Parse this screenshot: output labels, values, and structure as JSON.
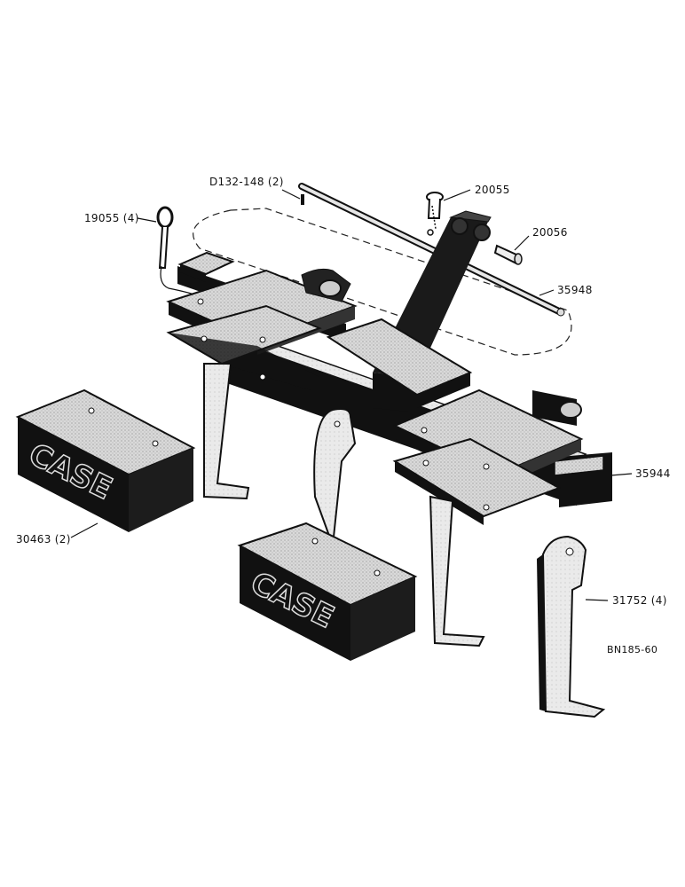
{
  "labels": {
    "d132": "D132-148 (2)",
    "p20055": "20055",
    "p19055": "19055 (4)",
    "p20056": "20056",
    "p35948": "35948",
    "p35944": "35944",
    "p30463": "30463 (2)",
    "p31752": "31752 (4)",
    "drawing": "BN185-60"
  },
  "weight_brand": "CASE",
  "colors": {
    "ink": "#111111",
    "plate": "#2a2a2a",
    "metal": "#d8d8d8",
    "paper": "#ffffff"
  }
}
